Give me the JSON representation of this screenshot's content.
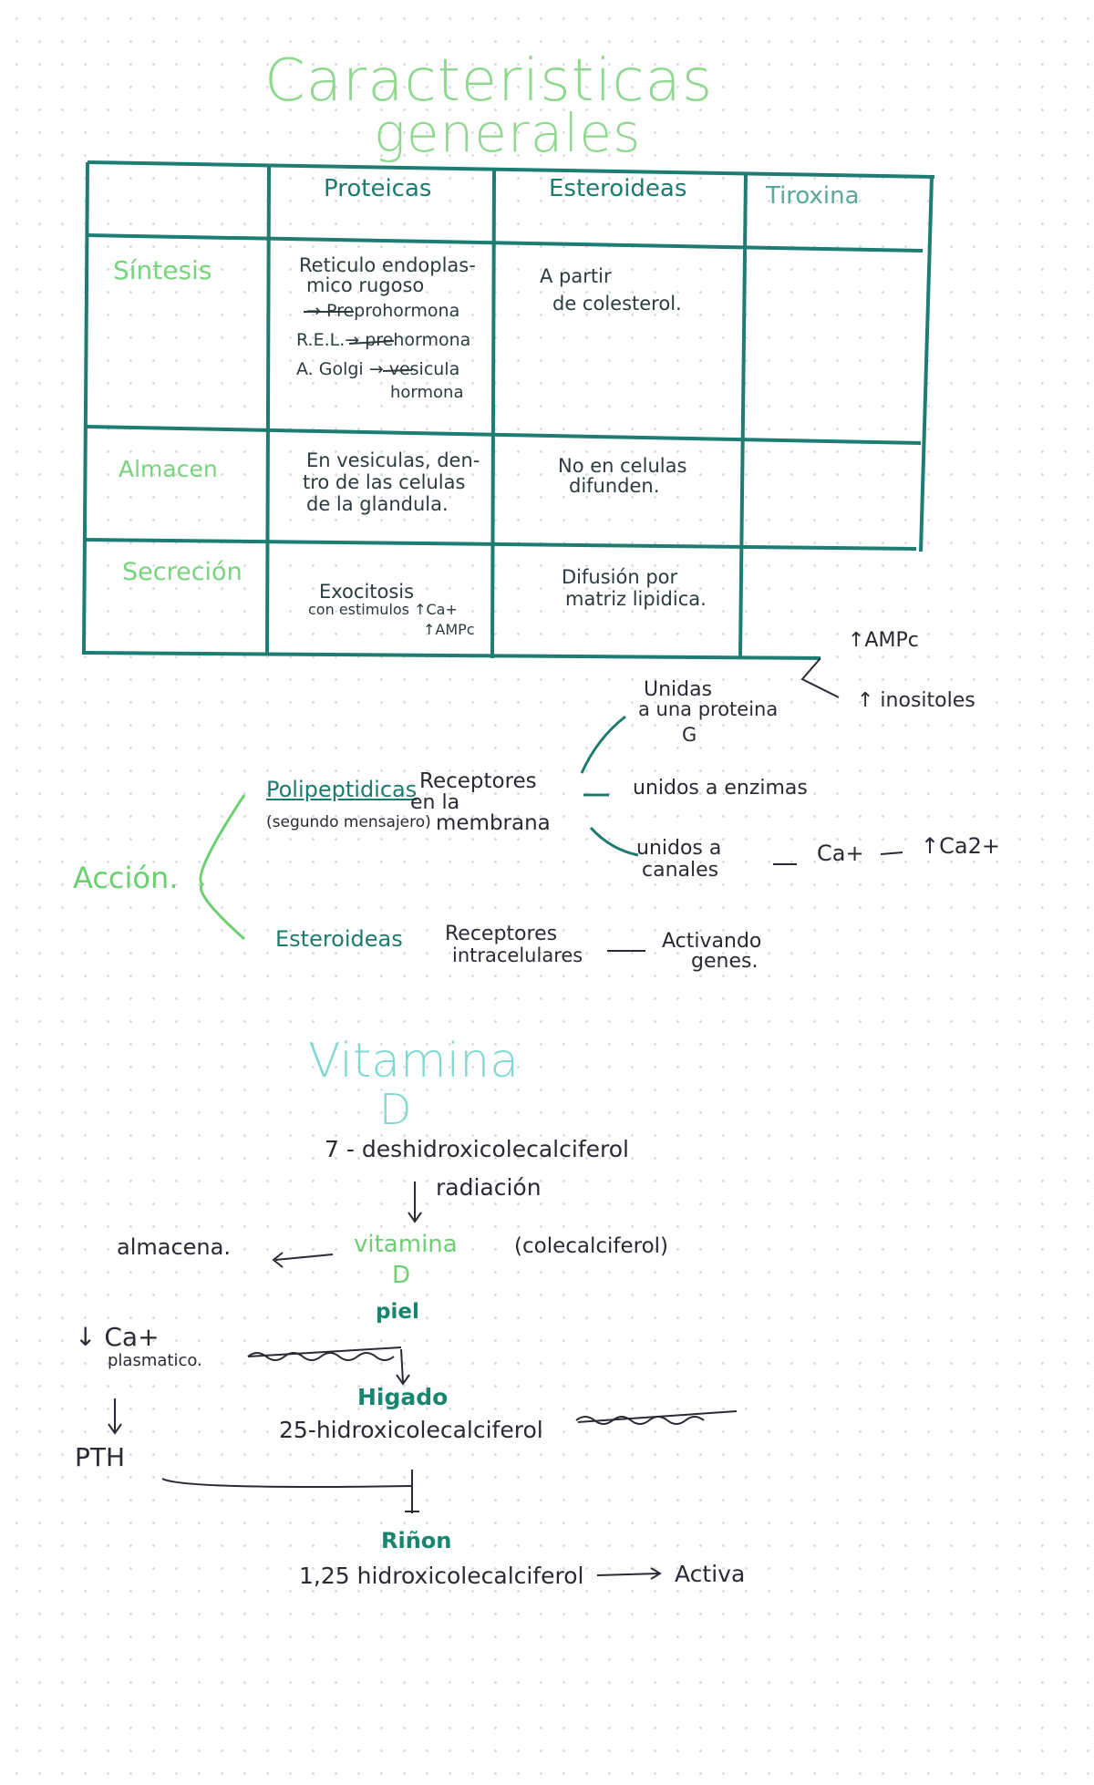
{
  "title": {
    "line1": "Caracteristicas",
    "line2": "generales"
  },
  "table": {
    "columns": [
      "Proteicas",
      "Esteroideas",
      "Tiroxina"
    ],
    "rows": [
      {
        "label": "Síntesis",
        "proteicas": [
          "Reticulo endoplas-",
          "mico rugoso",
          "→ Preprohormona",
          "R.E.L.→ prehormona",
          "A. Golgi → vesicula",
          "hormona"
        ],
        "esteroideas": [
          "A partir",
          "de colesterol."
        ],
        "tiroxina": ""
      },
      {
        "label": "Almacen",
        "proteicas": [
          "En vesiculas, den-",
          "tro de las celulas",
          "de la glandula."
        ],
        "esteroideas": [
          "No en celulas",
          "difunden."
        ],
        "tiroxina": ""
      },
      {
        "label": "Secreción",
        "proteicas": [
          "Exocitosis",
          "con estimulos ↑Ca+",
          "↑AMPc"
        ],
        "esteroideas": [
          "Difusión por",
          "matriz lipidica."
        ],
        "tiroxina": ""
      }
    ]
  },
  "accion": {
    "label": "Acción.",
    "polipeptidicas": {
      "label": "Polipeptidicas",
      "note": "(segundo mensajero)",
      "receptor": [
        "Receptores",
        "en la",
        "membrana"
      ]
    },
    "proteina_g": {
      "text": [
        "Unidas",
        "a una proteina",
        "G"
      ],
      "outputs": [
        "↑AMPc",
        "↑ inositoles"
      ]
    },
    "enzimas": "unidos a enzimas",
    "canales": {
      "text": [
        "unidos a",
        "canales"
      ],
      "ion": "Ca+",
      "result": "↑Ca2+"
    },
    "esteroideas": {
      "label": "Esteroideas",
      "receptor": [
        "Receptores",
        "intracelulares"
      ],
      "result": [
        "Activando",
        "genes."
      ]
    }
  },
  "vitamina": {
    "title": [
      "Vitamina",
      "D"
    ],
    "precursor": "7 - deshidroxicolecalciferol",
    "step1": "radiación",
    "vitd": {
      "label": "vitamina",
      "d": "D",
      "paren": "(colecalciferol)",
      "store": "almacena.",
      "site": "piel"
    },
    "calcio": {
      "label": "↓ Ca+",
      "sub": "plasmatico.",
      "pth": "PTH"
    },
    "higado": {
      "label": "Higado",
      "product": "25-hidroxicolecalciferol"
    },
    "rinon": {
      "label": "Riñon",
      "product": "1,25 hidroxicolecalciferol",
      "result": "Activa"
    }
  },
  "colors": {
    "table_line": "#1e7c72",
    "title_green": "#8fd88f",
    "ink": "#2a2a34"
  }
}
